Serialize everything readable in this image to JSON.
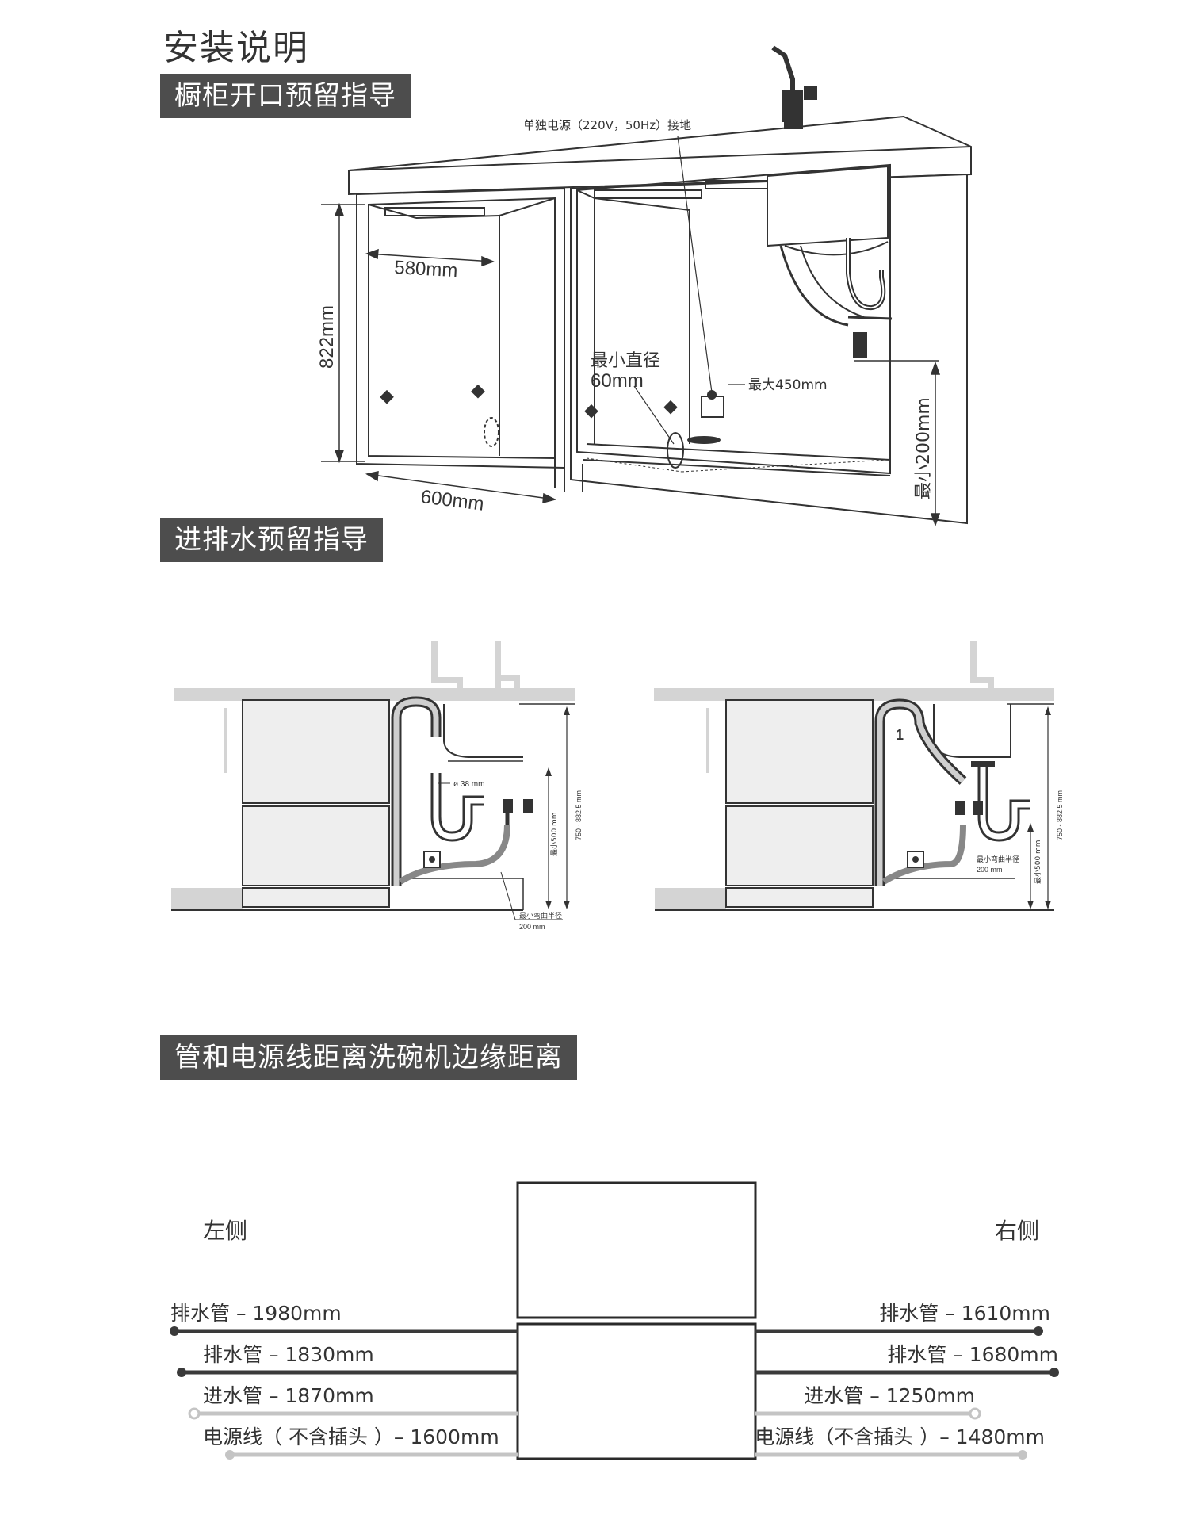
{
  "page_title": "安装说明",
  "sections": {
    "cabinet": {
      "header": "橱柜开口预留指导"
    },
    "water": {
      "header": "进排水预留指导"
    },
    "distance": {
      "header": "管和电源线距离洗碗机边缘距离"
    }
  },
  "cabinet_diagram": {
    "power_note": "单独电源（220V，50Hz）接地",
    "depth": "580mm",
    "height": "822mm",
    "width": "600mm",
    "hole_label_1": "最小直径",
    "hole_label_2": "60mm",
    "max_height": "最大450mm",
    "min_height": "最小200mm"
  },
  "water_diagram": {
    "left": {
      "pipe_dia": "ø 38 mm",
      "min_height": "最小500 mm",
      "range": "750 - 882.5 mm",
      "bend_1": "最小弯曲半径",
      "bend_2": "200 mm"
    },
    "right": {
      "marker": "1",
      "range": "750 - 882.5 mm",
      "min_height": "最小500 mm",
      "bend_1": "最小弯曲半径",
      "bend_2": "200 mm"
    }
  },
  "distance_diagram": {
    "left_title": "左侧",
    "right_title": "右侧",
    "left_items": [
      "排水管 – 1980mm",
      "排水管 – 1830mm",
      "进水管 – 1870mm",
      "电源线（ 不含插头 ）– 1600mm"
    ],
    "right_items": [
      "排水管 – 1610mm",
      "排水管 – 1680mm",
      "进水管 – 1250mm",
      "电源线（不含插头 ）– 1480mm"
    ],
    "colors": {
      "dark_line": "#3a3a3a",
      "light_line": "#c4c4c4"
    }
  }
}
